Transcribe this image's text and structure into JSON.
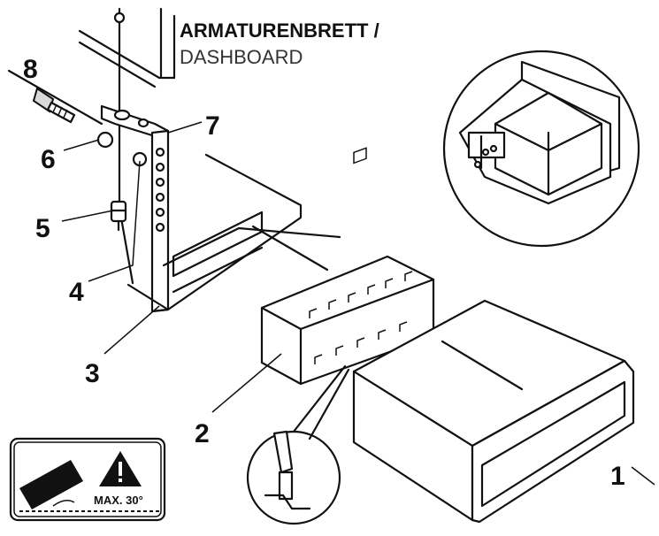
{
  "title": {
    "line1": "ARMATURENBRETT /",
    "line2": "DASHBOARD"
  },
  "callouts": [
    "1",
    "2",
    "3",
    "4",
    "5",
    "6",
    "7",
    "8"
  ],
  "warning": {
    "label": "MAX. 30°",
    "icon": "warning-triangle-icon"
  }
}
